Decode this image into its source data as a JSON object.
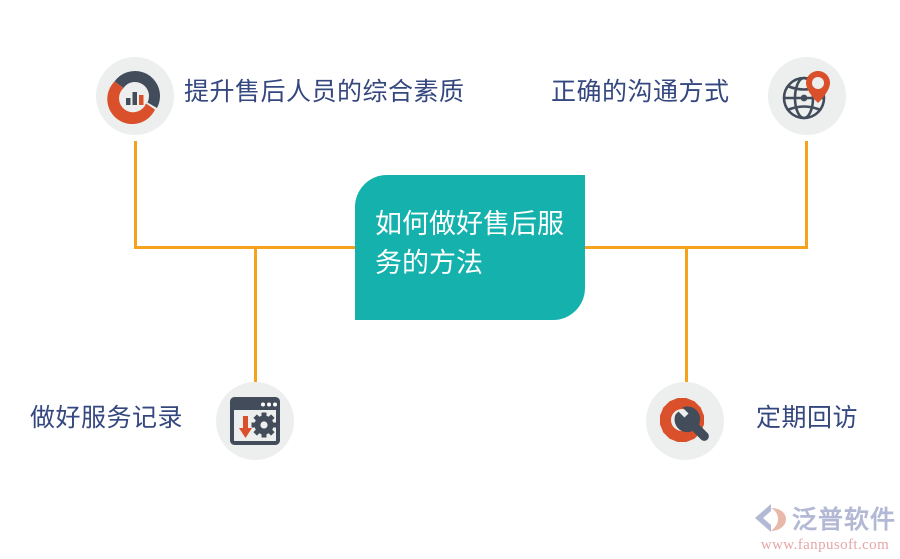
{
  "center": {
    "text": "如何做好售后服务的方法",
    "bg_color": "#14b1ad",
    "text_color": "#ffffff"
  },
  "connector_color": "#f5a21c",
  "label_color": "#34477f",
  "icon_bg_color": "#ecefee",
  "accent_orange": "#d9502b",
  "accent_dark": "#434c5b",
  "nodes": [
    {
      "id": "top-left",
      "label": "提升售后人员的综合素质",
      "icon": "donut-bar-chart-icon"
    },
    {
      "id": "top-right",
      "label": "正确的沟通方式",
      "icon": "globe-location-pin-icon"
    },
    {
      "id": "bottom-left",
      "label": "做好服务记录",
      "icon": "browser-download-gear-icon"
    },
    {
      "id": "bottom-right",
      "label": "定期回访",
      "icon": "gear-wrench-icon"
    }
  ],
  "watermark": {
    "name": "泛普软件",
    "url": "www.fanpusoft.com",
    "name_color": "#b3b9d4",
    "url_color": "#e4a7a7"
  }
}
